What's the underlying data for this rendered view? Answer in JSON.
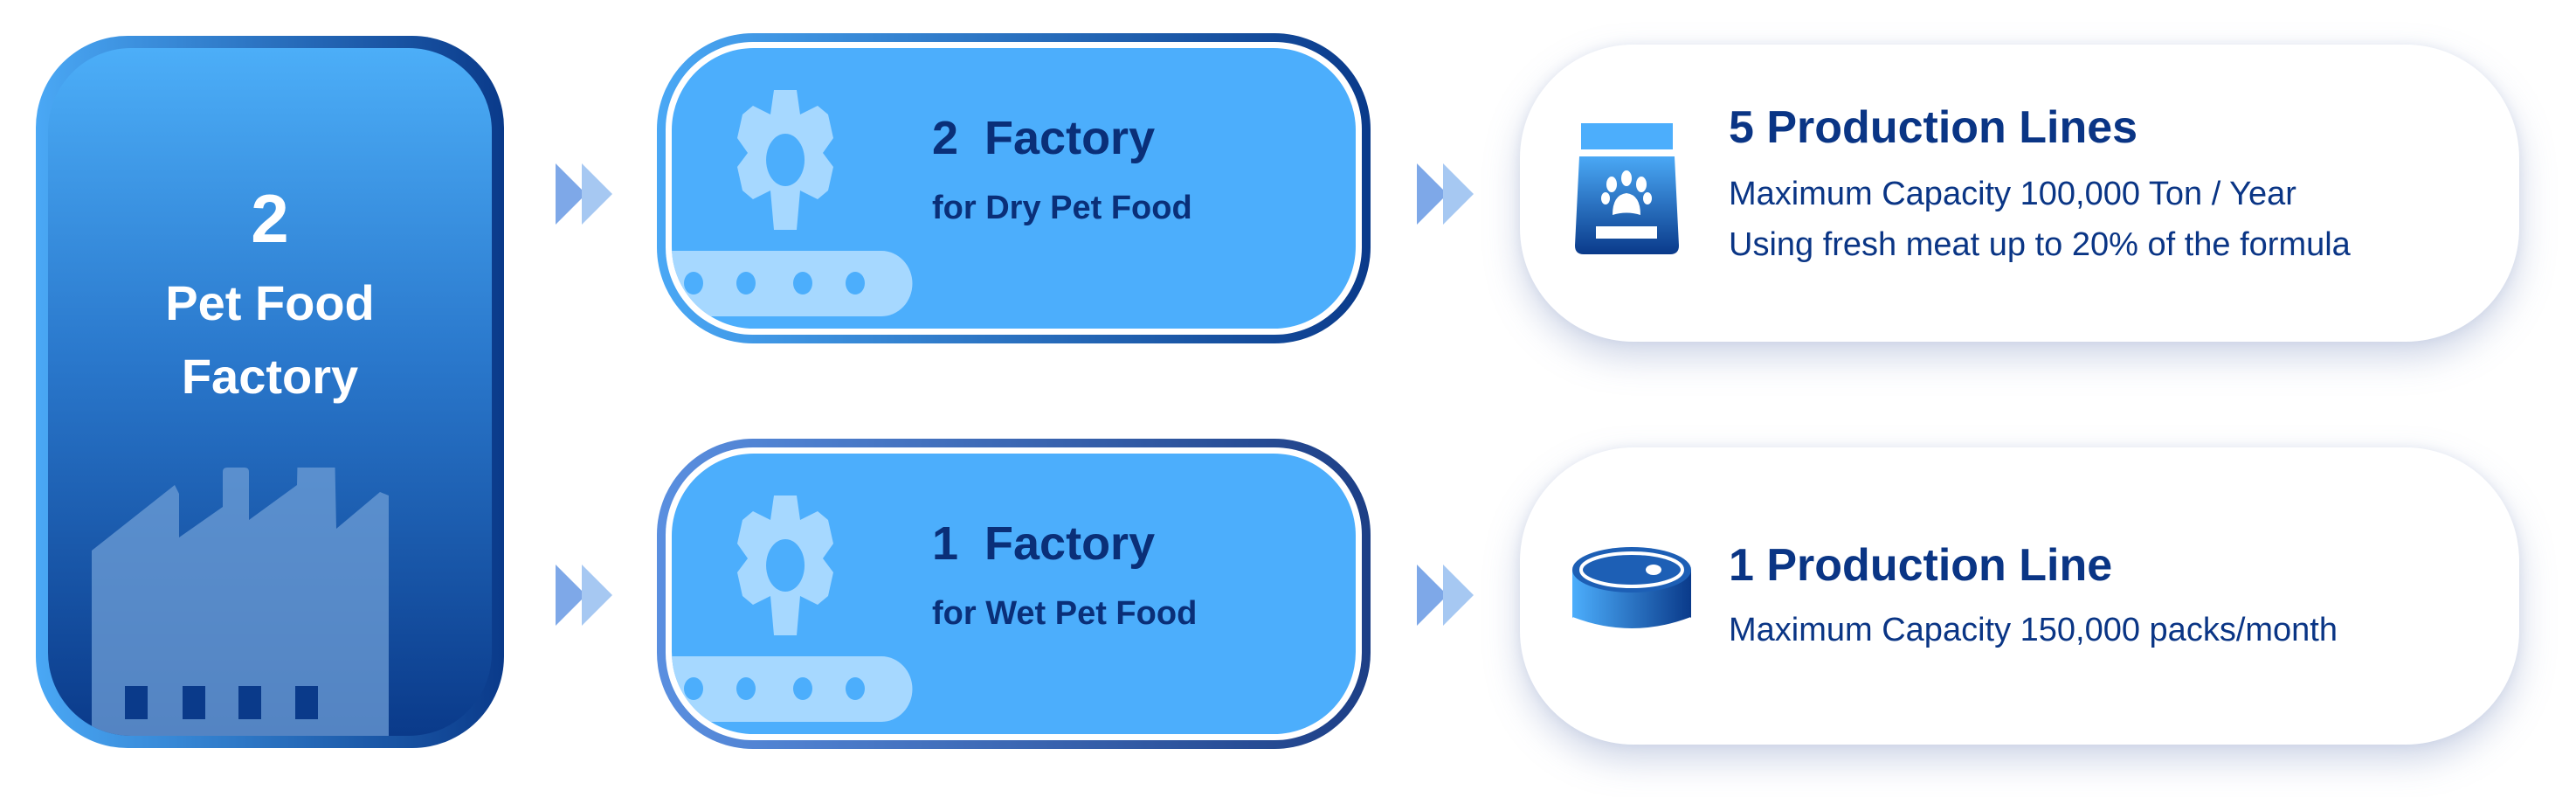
{
  "summary": {
    "count": "2",
    "label_line1": "Pet Food",
    "label_line2": "Factory"
  },
  "factories": [
    {
      "title": "2  Factory",
      "subtitle": "for Dry Pet Food"
    },
    {
      "title": "1  Factory",
      "subtitle": "for Wet Pet Food"
    }
  ],
  "production": [
    {
      "title": "5 Production Lines",
      "lines": [
        "Maximum Capacity 100,000 Ton / Year",
        "Using fresh meat up to 20% of the formula"
      ]
    },
    {
      "title": "1 Production Line",
      "lines": [
        "Maximum Capacity 150,000 packs/month"
      ]
    }
  ],
  "colors": {
    "dark_blue": "#0a3585",
    "light_blue": "#4caefc",
    "arrow": "#7ea8e8"
  }
}
